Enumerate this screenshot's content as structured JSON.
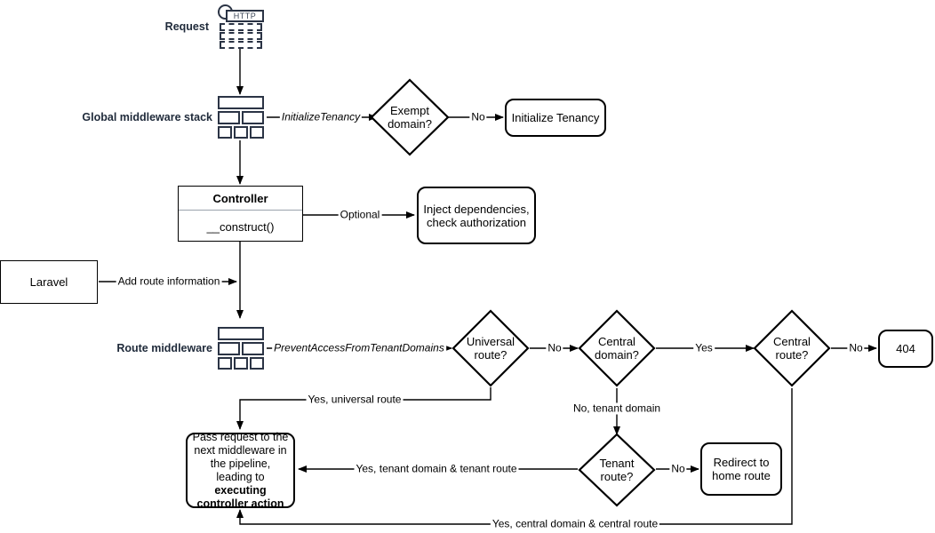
{
  "diagram": {
    "title": "Laravel multi-tenancy request lifecycle flowchart",
    "stroke_color": "#000000",
    "icon_color": "#2b3445"
  },
  "captions": {
    "request": "Request",
    "global_middleware_stack": "Global middleware stack",
    "route_middleware": "Route middleware"
  },
  "icons": {
    "http_label": "HTTP",
    "request_icon": "http-request-icon",
    "stack_icon": "middleware-stack-icon"
  },
  "nodes": {
    "exempt_domain": "Exempt\ndomain?",
    "exempt_domain_l1": "Exempt",
    "exempt_domain_l2": "domain?",
    "initialize_tenancy": "Initialize Tenancy",
    "controller_title": "Controller",
    "controller_member": "__construct()",
    "inject_dependencies_l1": "Inject dependencies,",
    "inject_dependencies_l2": "check authorization",
    "laravel": "Laravel",
    "universal_route_l1": "Universal",
    "universal_route_l2": "route?",
    "central_domain_l1": "Central",
    "central_domain_l2": "domain?",
    "central_route_l1": "Central",
    "central_route_l2": "route?",
    "not_found": "404",
    "tenant_route_l1": "Tenant",
    "tenant_route_l2": "route?",
    "redirect_home_l1": "Redirect to",
    "redirect_home_l2": "home route",
    "pass_request_plain": "Pass request to the next middleware in the pipeline, leading to ",
    "pass_request_bold": "executing controller action"
  },
  "edge_labels": {
    "initialize_tenancy_mw": "InitializeTenancy",
    "exempt_no": "No",
    "optional": "Optional",
    "add_route_information": "Add route information",
    "prevent_access": "PreventAccessFromTenantDomains",
    "universal_no": "No",
    "central_domain_yes": "Yes",
    "central_route_no": "No",
    "yes_universal_route": "Yes, universal route",
    "no_tenant_domain": "No, tenant domain",
    "tenant_route_no": "No",
    "yes_tenant_domain_tenant_route": "Yes, tenant domain & tenant route",
    "yes_central_domain_central_route": "Yes, central domain & central route"
  }
}
